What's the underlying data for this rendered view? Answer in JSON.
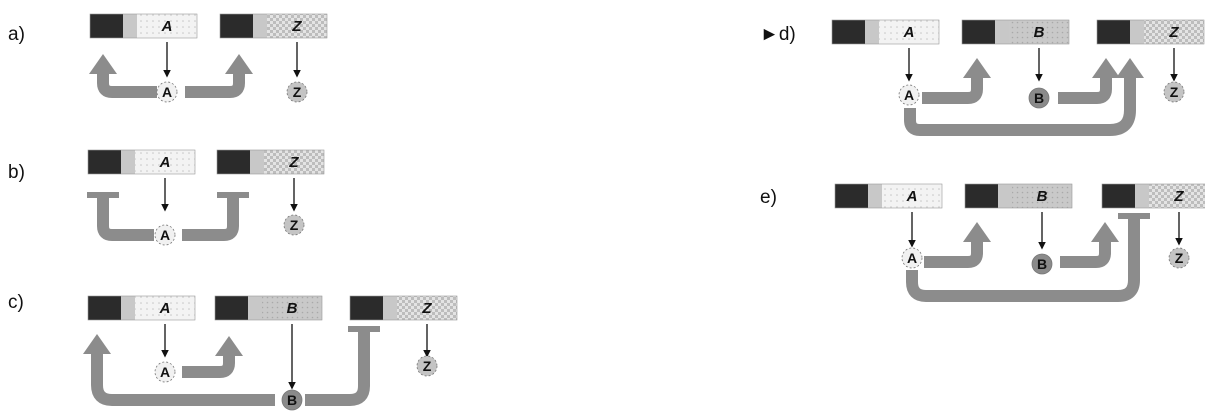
{
  "options": [
    {
      "id": "a",
      "label": "a)"
    },
    {
      "id": "b",
      "label": "b)"
    },
    {
      "id": "c",
      "label": "c)"
    },
    {
      "id": "d",
      "label": "d)",
      "marker": "►"
    },
    {
      "id": "e",
      "label": "e)"
    }
  ],
  "genes": {
    "A": "A",
    "B": "B",
    "Z": "Z"
  },
  "products": {
    "A": "A",
    "B": "B",
    "Z": "Z"
  },
  "colors": {
    "promoter": "#2b2b2b",
    "operator": "#c8c8c8",
    "arrow": "#8c8c8c",
    "geneA": "#f1f1f1",
    "geneB": "#c9c9c9",
    "geneZ": "#dcdcdc",
    "circleA": "#f1f1f1",
    "circleB": "#8a8a8a",
    "circleZ": "#c4c4c4"
  }
}
